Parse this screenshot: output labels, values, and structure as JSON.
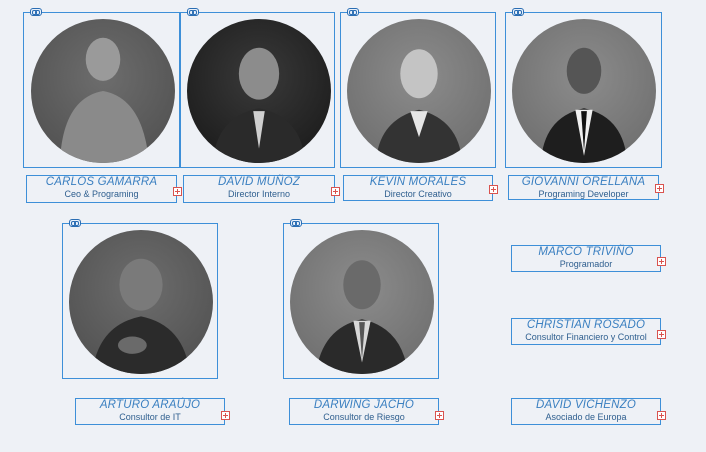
{
  "team": [
    {
      "name": "CARLOS GAMARRA",
      "role": "Ceo & Programing"
    },
    {
      "name": "DAVID MUÑOZ",
      "role": "Director Interno"
    },
    {
      "name": "KEVIN MORALES",
      "role": "Director Creativo"
    },
    {
      "name": "GIOVANNI ORELLANA",
      "role": "Programing Developer"
    },
    {
      "name": "ARTURO ARAÚJO",
      "role": "Consultor de IT"
    },
    {
      "name": "DARWING  JACHO",
      "role": "Consultor de Riesgo"
    },
    {
      "name": "MARCO TRIVIÑO",
      "role": "Programador"
    },
    {
      "name": "CHRISTIAN ROSADO",
      "role": "Consultor Financiero y Control"
    },
    {
      "name": "DAVID VICHENZO",
      "role": "Asociado de Europa"
    }
  ],
  "icons": {
    "link": "link-icon",
    "expand": "plus-icon"
  },
  "colors": {
    "border": "#3d8fd8",
    "name": "#3a7fc0",
    "role": "#2f5f8f",
    "expand": "#d9534f",
    "background": "#eef1f6"
  }
}
